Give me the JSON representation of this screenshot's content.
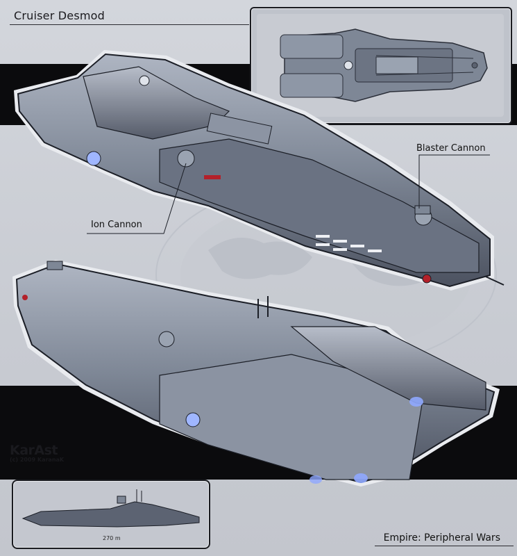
{
  "header": {
    "title": "Cruiser Desmod"
  },
  "callouts": {
    "blaster": "Blaster Cannon",
    "ion": "Ion Cannon"
  },
  "logo": {
    "mark": "KarAst",
    "copyright": "(c) 2009 KaranaK"
  },
  "scale_panel": {
    "length": "270 m"
  },
  "footer": {
    "faction": "Empire: Peripheral Wars"
  },
  "colors": {
    "hull": "#7e8796",
    "hull_dark": "#4c5260",
    "engine_glow": "#8fa8ff",
    "accent_red": "#b3212a"
  }
}
